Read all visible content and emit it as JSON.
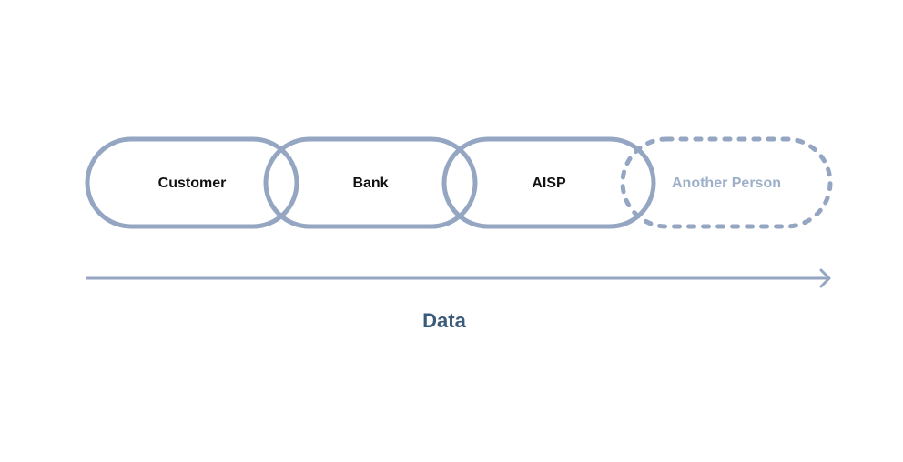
{
  "colors": {
    "outline": "#94a6c1",
    "dashed_outline": "#94a6c1",
    "label": "#111111",
    "faded_label": "#9eb0c8",
    "axis_label": "#3a5a7a"
  },
  "nodes": [
    {
      "label": "Customer",
      "style": "solid"
    },
    {
      "label": "Bank",
      "style": "solid"
    },
    {
      "label": "AISP",
      "style": "solid"
    },
    {
      "label": "Another Person",
      "style": "dashed"
    }
  ],
  "axis": {
    "label": "Data",
    "direction": "left-to-right"
  }
}
